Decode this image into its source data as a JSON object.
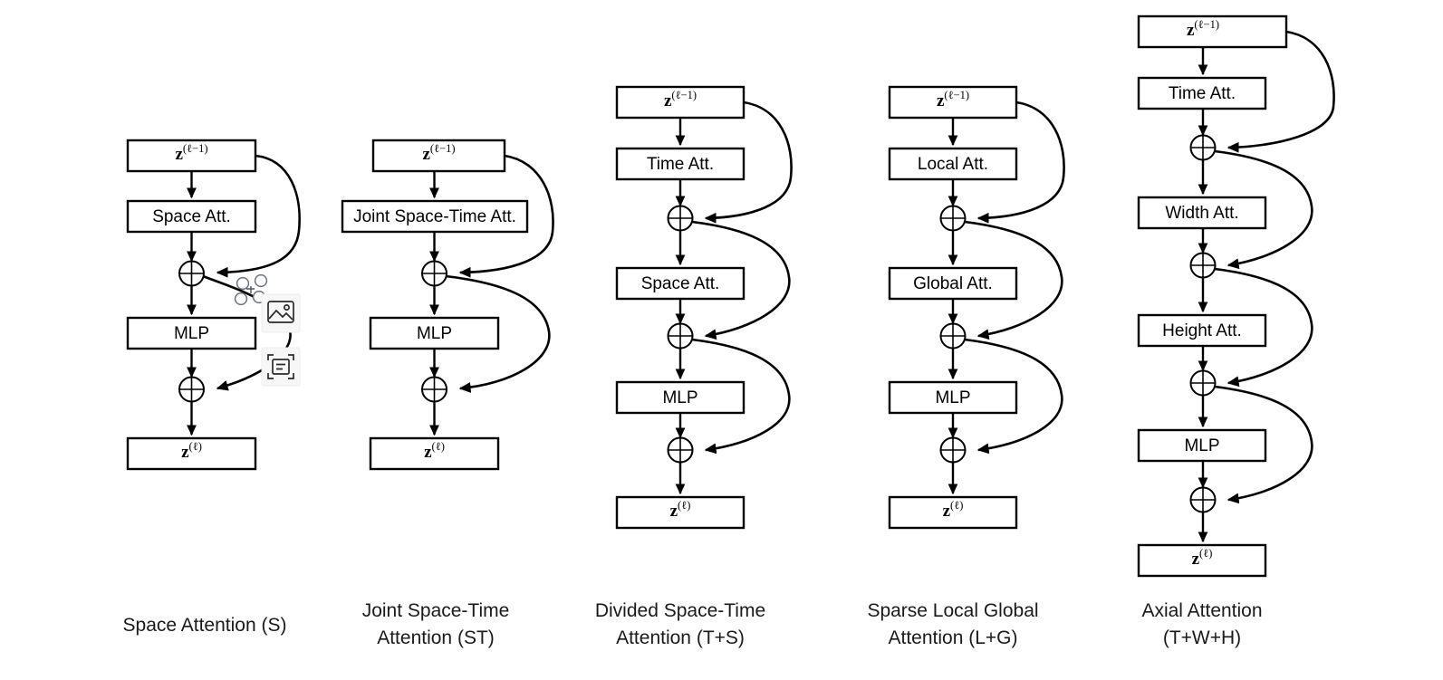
{
  "figure": {
    "kind": "attention-block-diagram",
    "background": "#ffffff",
    "stroke_color": "#000000",
    "box_fill": "#ffffff"
  },
  "columns": [
    {
      "id": "space-attention",
      "caption_line1": "Space Attention (S)",
      "caption_line2": "",
      "input_label": "z",
      "input_sup": "(ℓ−1)",
      "output_label": "z",
      "output_sup": "(ℓ)",
      "blocks": [
        "Space Att.",
        "MLP"
      ],
      "merge_symbol": "⊕",
      "merge_count": 2
    },
    {
      "id": "joint-space-time-attention",
      "caption_line1": "Joint Space-Time",
      "caption_line2": "Attention (ST)",
      "input_label": "z",
      "input_sup": "(ℓ−1)",
      "output_label": "z",
      "output_sup": "(ℓ)",
      "blocks": [
        "Joint Space-Time Att.",
        "MLP"
      ],
      "merge_symbol": "⊕",
      "merge_count": 2
    },
    {
      "id": "divided-space-time-attention",
      "caption_line1": "Divided Space-Time",
      "caption_line2": "Attention (T+S)",
      "input_label": "z",
      "input_sup": "(ℓ−1)",
      "output_label": "z",
      "output_sup": "(ℓ)",
      "blocks": [
        "Time Att.",
        "Space Att.",
        "MLP"
      ],
      "merge_symbol": "⊕",
      "merge_count": 3
    },
    {
      "id": "sparse-local-global-attention",
      "caption_line1": "Sparse Local Global",
      "caption_line2": "Attention (L+G)",
      "input_label": "z",
      "input_sup": "(ℓ−1)",
      "output_label": "z",
      "output_sup": "(ℓ)",
      "blocks": [
        "Local Att.",
        "Global Att.",
        "MLP"
      ],
      "merge_symbol": "⊕",
      "merge_count": 3
    },
    {
      "id": "axial-attention",
      "caption_line1": "Axial Attention",
      "caption_line2": "(T+W+H)",
      "input_label": "z",
      "input_sup": "(ℓ−1)",
      "output_label": "z",
      "output_sup": "(ℓ)",
      "blocks": [
        "Time Att.",
        "Width Att.",
        "Height Att.",
        "MLP"
      ],
      "merge_symbol": "⊕",
      "merge_count": 4
    }
  ],
  "overlay_icons": [
    {
      "name": "selection-handles-icon",
      "description": "four small circles selection handles"
    },
    {
      "name": "image-icon",
      "description": "picture placeholder with mountain and sun"
    },
    {
      "name": "text-scan-icon",
      "description": "document text recognition with corner brackets"
    }
  ]
}
